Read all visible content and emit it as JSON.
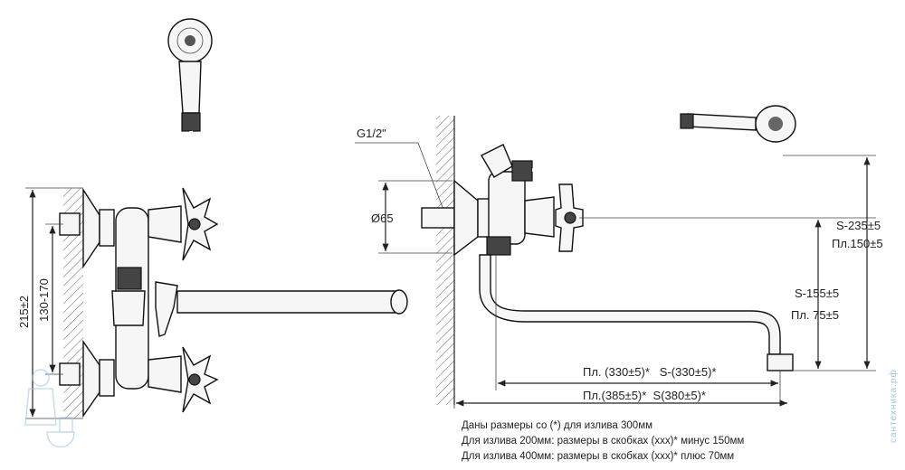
{
  "front_view": {
    "dim_overall_height": "215±2",
    "dim_inlet_range": "130-170"
  },
  "side_view": {
    "thread_label": "G1/2\"",
    "diameter_label": "Ø65",
    "dim_s235": "S-235±5",
    "dim_pl150": "Пл.150±5",
    "dim_s155": "S-155±5",
    "dim_pl75": "Пл. 75±5",
    "dim_reach_short": "Пл. (330±5)*   S-(330±5)*",
    "dim_reach_long": "Пл.(385±5)*  S(380±5)*"
  },
  "notes": [
    "Даны размеры со (*) для излива 300мм",
    "Для излива 200мм: размеры в скобках (ххх)* минус 150мм",
    "Для излива 400мм: размеры в скобках (ххх)* плюс 70мм"
  ],
  "watermark": "сантехника.рф"
}
